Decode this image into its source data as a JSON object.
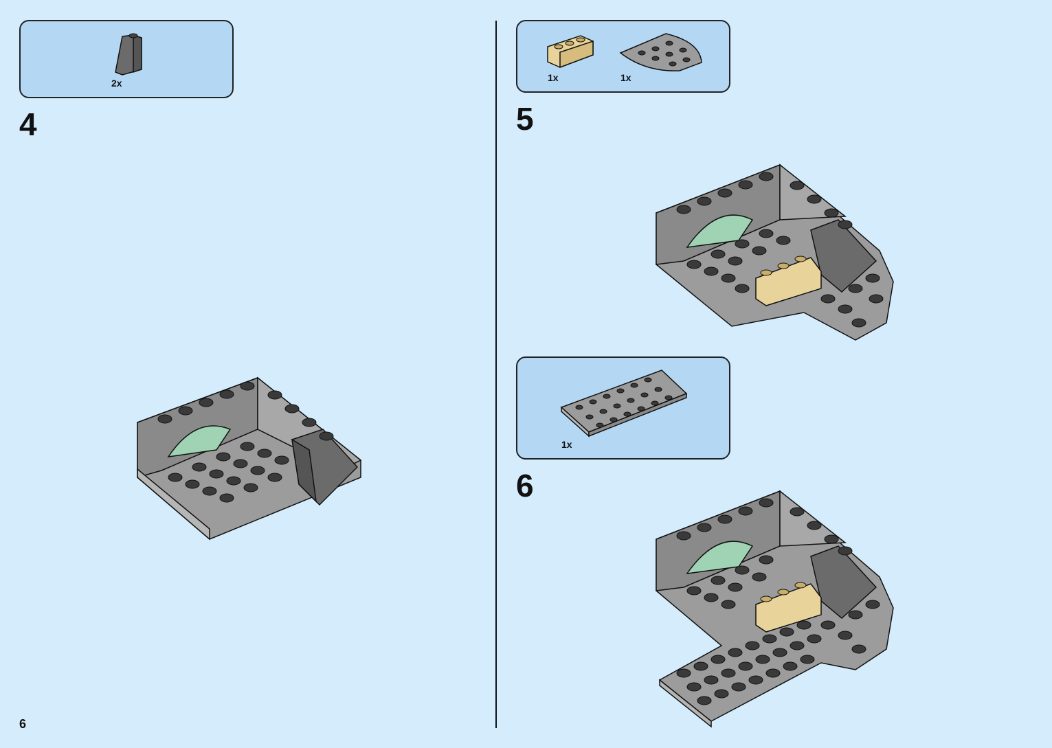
{
  "page": {
    "number": "6"
  },
  "steps": [
    {
      "number": "4",
      "parts": [
        {
          "icon": "dark-gray-slope-brick-icon",
          "qty": "2x"
        }
      ]
    },
    {
      "number": "5",
      "parts": [
        {
          "icon": "tan-1x3-brick-icon",
          "qty": "1x"
        },
        {
          "icon": "gray-quarter-round-plate-icon",
          "qty": "1x"
        }
      ]
    },
    {
      "number": "6",
      "parts": [
        {
          "icon": "gray-4x8-plate-icon",
          "qty": "1x"
        }
      ]
    }
  ],
  "colors": {
    "background": "#d4ecfb",
    "panel": "#b4d8f3",
    "light_gray": "#9c9c9c",
    "dark_gray": "#6b6b6b",
    "tan": "#e8d39a",
    "window_green": "#9fd3b4"
  }
}
